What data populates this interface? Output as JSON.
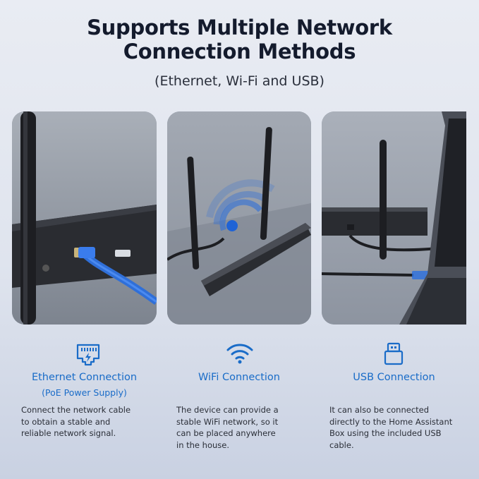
{
  "header": {
    "title_line1": "Supports Multiple Network",
    "title_line2": "Connection Methods",
    "subtitle": "(Ethernet, Wi-Fi and USB)"
  },
  "features": [
    {
      "title": "Ethernet Connection",
      "subtitle": "(PoE Power Supply)",
      "icon": "ethernet-port-icon",
      "lines": [
        "Connect the network cable",
        "to obtain a stable and",
        "reliable network signal."
      ]
    },
    {
      "title": "WiFi Connection",
      "icon": "wifi-icon",
      "lines": [
        "The device can provide a",
        "stable WiFi network, so it",
        "can be placed anywhere",
        "in the house."
      ]
    },
    {
      "title": "USB Connection",
      "icon": "usb-icon",
      "lines": [
        "It can also be connected",
        "directly to the Home Assistant",
        "Box using the included USB",
        "cable."
      ]
    }
  ],
  "colors": {
    "accent": "#1a6cc8",
    "title": "#141b2d",
    "body_text": "#2b2f38"
  }
}
